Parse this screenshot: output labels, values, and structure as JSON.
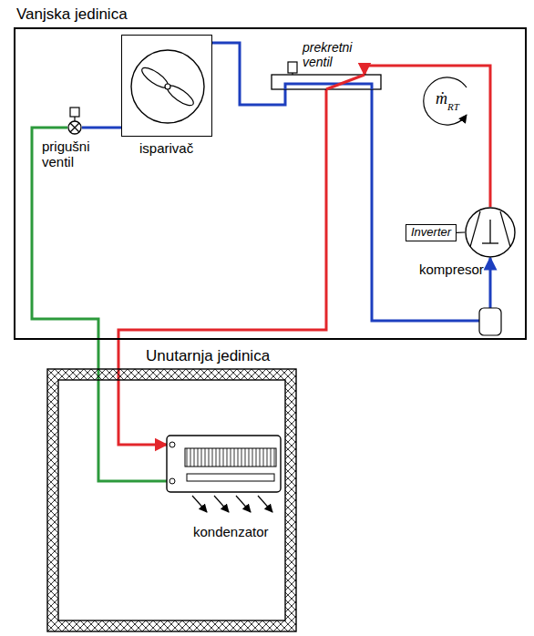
{
  "diagram": {
    "nodes": [
      {
        "text": [
          "Vanjska jedinica"
        ]
      },
      {
        "text": [
          "isparivač"
        ],
        "in": 0
      },
      {
        "text": [
          "prigušni ventil"
        ],
        "in": 0
      },
      {
        "text": [
          "prekretni ventil"
        ],
        "in": 0
      },
      {
        "text": [
          "Inverter"
        ],
        "in": 0
      },
      {
        "text": [
          "kompresor"
        ],
        "in": 0
      },
      {
        "text": [
          "Unutarnja jedinica"
        ]
      },
      {
        "text": [
          "kondenzator"
        ],
        "in": 6
      }
    ],
    "edges": [
      {
        "from": 5,
        "to": 3,
        "arrow": "to"
      },
      {
        "from": 3,
        "to": 7,
        "arrow": "to"
      },
      {
        "from": 7,
        "to": 2,
        "arrow": "none"
      },
      {
        "from": 2,
        "to": 1,
        "arrow": "none"
      },
      {
        "from": 1,
        "to": 3,
        "arrow": "none"
      },
      {
        "from": 3,
        "to": 5,
        "arrow": "to"
      },
      {
        "from": 4,
        "to": 5,
        "arrow": "none"
      }
    ],
    "labels": [
      "ṁ",
      "RT"
    ]
  }
}
